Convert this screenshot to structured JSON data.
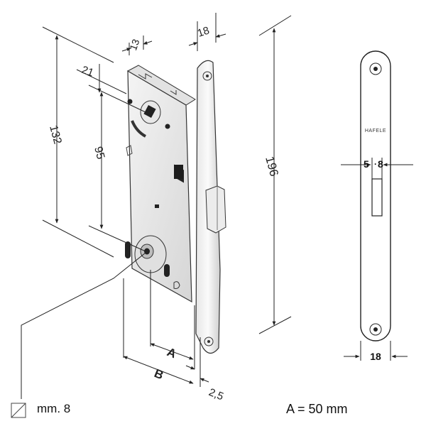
{
  "diagram": {
    "dimensions": {
      "height_case": "132",
      "top_offset": "21",
      "spindle_distance": "95",
      "case_thickness": "13",
      "faceplate_width_top": "18",
      "faceplate_length": "196",
      "backset_a": "A",
      "backset_b": "B",
      "offset_small": "2,5",
      "latch_width": "5",
      "latch_width_2": "8",
      "faceplate_width": "18"
    },
    "brand": "HAFELE",
    "spindle_label": "mm. 8",
    "backset_formula": "A = 50 mm"
  },
  "colors": {
    "line": "#222222",
    "plate_light": "#eeeeee",
    "plate_shadow": "#c9c9c9",
    "ink": "#111111"
  }
}
